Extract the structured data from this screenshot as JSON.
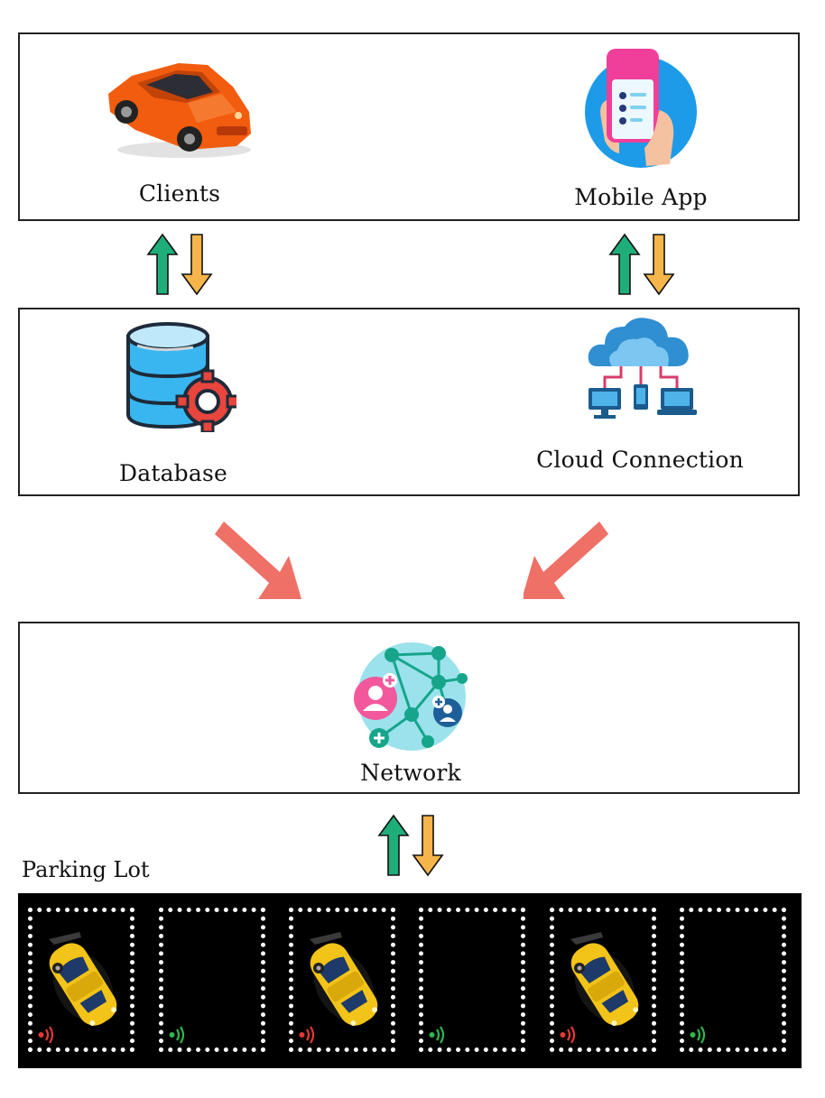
{
  "layers": {
    "top": {
      "left_label": "Clients",
      "right_label": "Mobile App"
    },
    "middle": {
      "left_label": "Database",
      "right_label": "Cloud Connection"
    },
    "bottom": {
      "center_label": "Network"
    }
  },
  "parking_lot": {
    "title": "Parking Lot",
    "slots": [
      {
        "occupied": true,
        "signal": "red"
      },
      {
        "occupied": false,
        "signal": "green"
      },
      {
        "occupied": true,
        "signal": "red"
      },
      {
        "occupied": false,
        "signal": "green"
      },
      {
        "occupied": true,
        "signal": "red"
      },
      {
        "occupied": false,
        "signal": "green"
      }
    ]
  },
  "colors": {
    "arrow_up": "#1fae7a",
    "arrow_down": "#f6b54a",
    "flow_arrow": "#ee7066",
    "signal_red": "#e53935",
    "signal_green": "#2db84c",
    "panel_border": "#222222",
    "lot_background": "#000000"
  },
  "icons": {
    "clients": "red-car-icon",
    "mobile_app": "phone-in-hand-icon",
    "database": "database-gear-icon",
    "cloud": "cloud-network-icon",
    "network": "network-nodes-icon",
    "parked_car": "yellow-car-icon"
  }
}
